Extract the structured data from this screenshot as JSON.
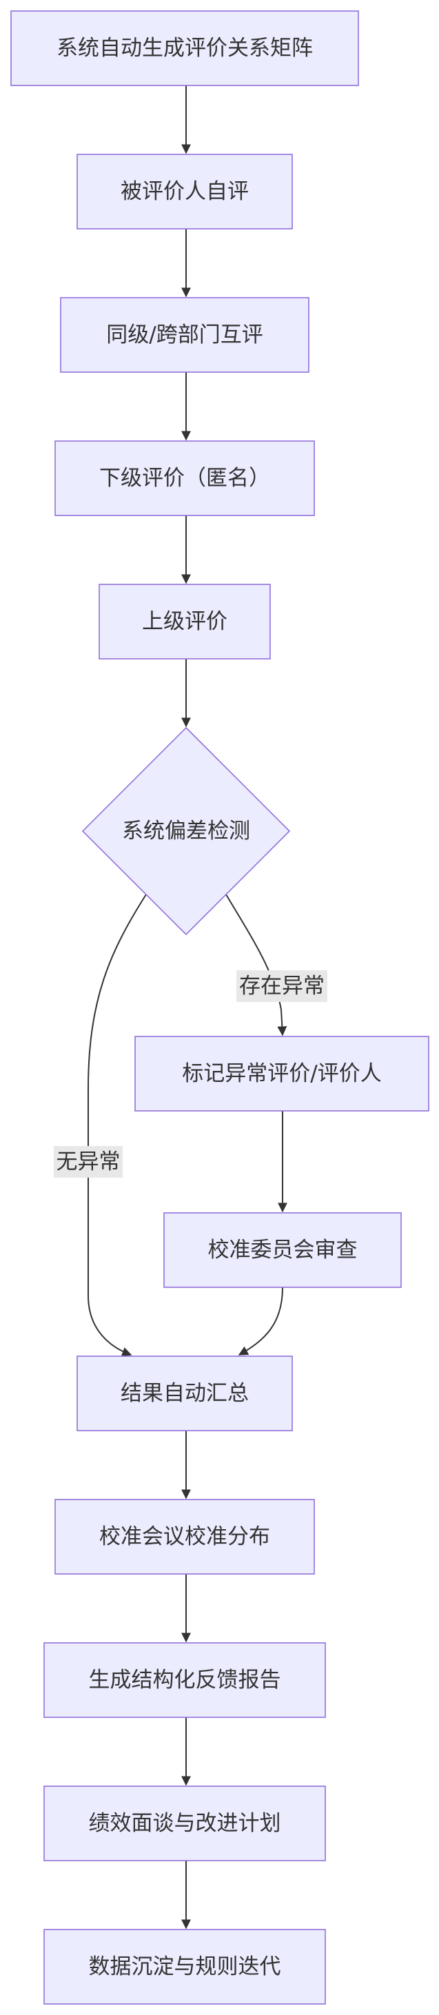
{
  "colors": {
    "node_fill": "#ECECFF",
    "node_stroke": "#9370DB",
    "edge": "#333333",
    "edge_label_bg": "#E8E8E8",
    "text": "#333333"
  },
  "nodes": {
    "matrix": "系统自动生成评价关系矩阵",
    "self_eval": "被评价人自评",
    "peer_eval": "同级/跨部门互评",
    "sub_eval": "下级评价（匿名）",
    "sup_eval": "上级评价",
    "bias_check": "系统偏差检测",
    "flag": "标记异常评价/评价人",
    "committee": "校准委员会审查",
    "summary": "结果自动汇总",
    "calibration": "校准会议校准分布",
    "report": "生成结构化反馈报告",
    "plan": "绩效面谈与改进计划",
    "rules": "数据沉淀与规则迭代"
  },
  "edges": {
    "abnormal": "存在异常",
    "normal": "无异常"
  }
}
